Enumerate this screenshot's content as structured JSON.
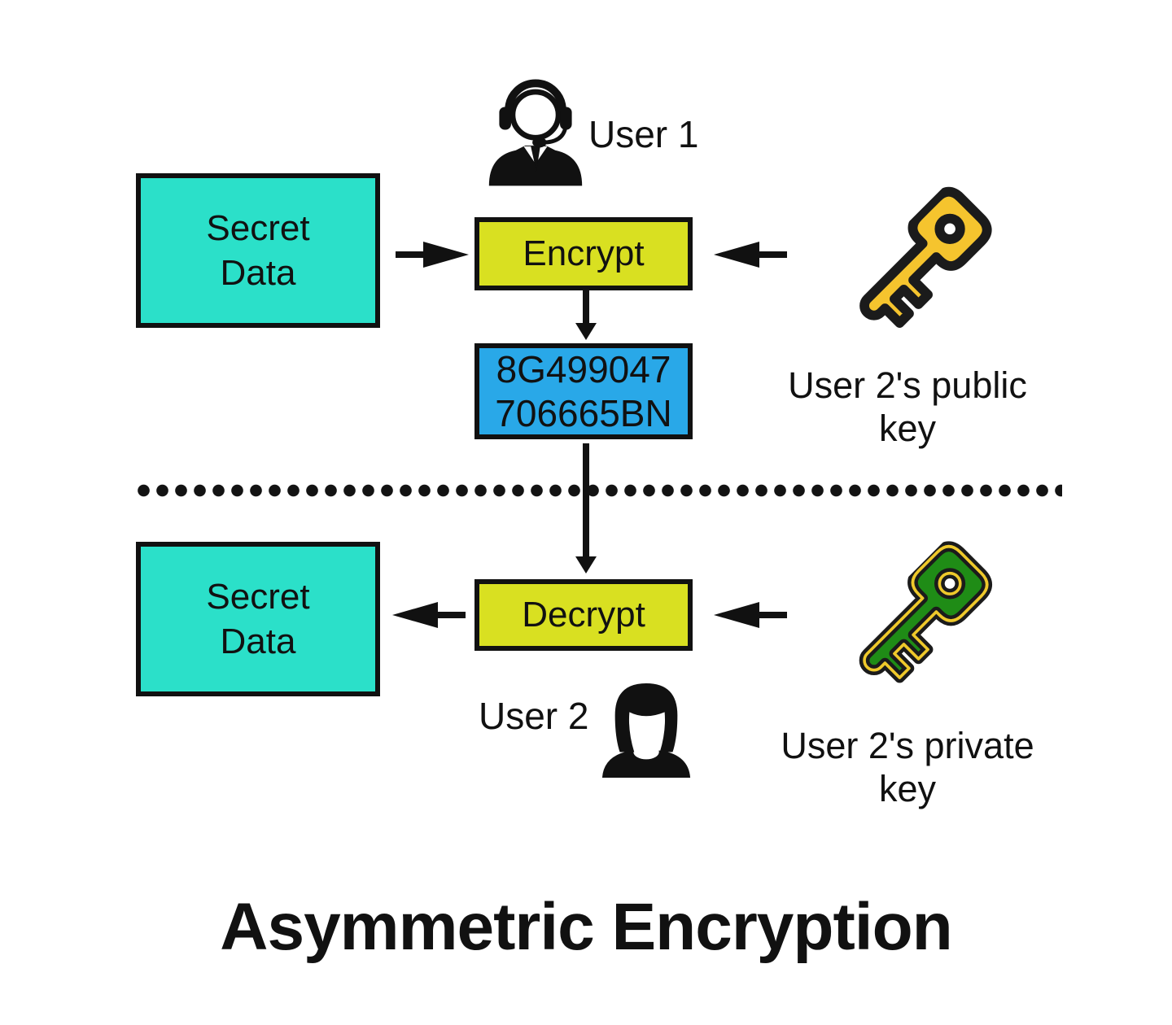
{
  "title": "Asymmetric Encryption",
  "top": {
    "user": "User 1",
    "secret": {
      "line1": "Secret",
      "line2": "Data"
    },
    "process": "Encrypt",
    "cipher": {
      "line1": "8G499047",
      "line2": "706665BN"
    },
    "key_label": {
      "line1": "User 2's",
      "line2": "public key"
    }
  },
  "bottom": {
    "user": "User 2",
    "secret": {
      "line1": "Secret",
      "line2": "Data"
    },
    "process": "Decrypt",
    "key_label": {
      "line1": "User 2's",
      "line2": "private key"
    }
  },
  "colors": {
    "secret_box": "#2BE0C9",
    "process_box": "#D9E021",
    "cipher_box": "#29A8E8",
    "public_key": "#F5C42E",
    "private_key": "#1F8C16",
    "private_key_accent": "#EFC92B",
    "ink": "#111111"
  }
}
